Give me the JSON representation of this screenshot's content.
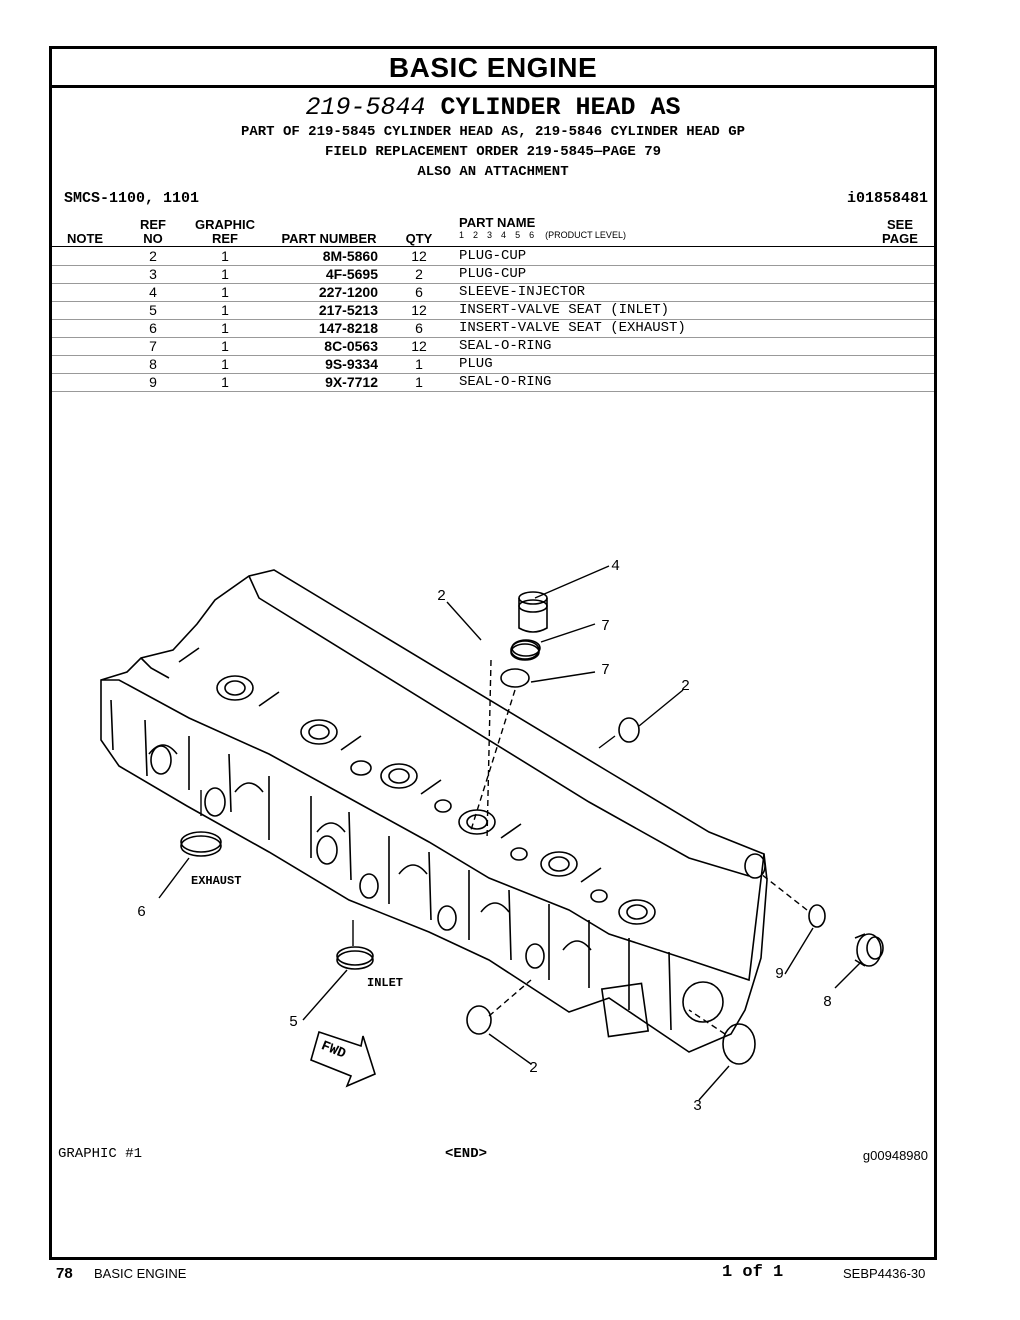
{
  "header": {
    "section": "BASIC ENGINE",
    "part_number": "219-5844",
    "part_name": "CYLINDER HEAD AS",
    "line1": "PART OF 219-5845 CYLINDER HEAD AS, 219-5846 CYLINDER HEAD GP",
    "line2": "FIELD REPLACEMENT ORDER 219-5845—PAGE 79",
    "line3": "ALSO AN ATTACHMENT",
    "smcs": "SMCS-1100, 1101",
    "illustration_id": "i01858481"
  },
  "columns": {
    "note": "NOTE",
    "ref_top": "REF",
    "ref_bottom": "NO",
    "graphic_top": "GRAPHIC",
    "graphic_bottom": "REF",
    "part_number": "PART NUMBER",
    "qty": "QTY",
    "part_name": "PART NAME",
    "levels": [
      "1",
      "2",
      "3",
      "4",
      "5",
      "6"
    ],
    "product_level": "(PRODUCT LEVEL)",
    "see_top": "SEE",
    "see_bottom": "PAGE"
  },
  "parts": [
    {
      "ref": "2",
      "graphic": "1",
      "part_number": "8M-5860",
      "qty": "12",
      "name": "PLUG-CUP"
    },
    {
      "ref": "3",
      "graphic": "1",
      "part_number": "4F-5695",
      "qty": "2",
      "name": "PLUG-CUP"
    },
    {
      "ref": "4",
      "graphic": "1",
      "part_number": "227-1200",
      "qty": "6",
      "name": "SLEEVE-INJECTOR"
    },
    {
      "ref": "5",
      "graphic": "1",
      "part_number": "217-5213",
      "qty": "12",
      "name": "INSERT-VALVE SEAT (INLET)"
    },
    {
      "ref": "6",
      "graphic": "1",
      "part_number": "147-8218",
      "qty": "6",
      "name": "INSERT-VALVE SEAT (EXHAUST)"
    },
    {
      "ref": "7",
      "graphic": "1",
      "part_number": "8C-0563",
      "qty": "12",
      "name": "SEAL-O-RING"
    },
    {
      "ref": "8",
      "graphic": "1",
      "part_number": "9S-9334",
      "qty": "1",
      "name": "PLUG"
    },
    {
      "ref": "9",
      "graphic": "1",
      "part_number": "9X-7712",
      "qty": "1",
      "name": "SEAL-O-RING"
    }
  ],
  "drawing": {
    "callouts": [
      "4",
      "2",
      "7",
      "7",
      "2",
      "6",
      "5",
      "9",
      "8",
      "2",
      "3"
    ],
    "label_exhaust": "EXHAUST",
    "label_inlet": "INLET",
    "label_fwd": "FWD"
  },
  "graphic_footer": {
    "graphic": "GRAPHIC #1",
    "end": "<END>",
    "graphic_id": "g00948980"
  },
  "footer": {
    "page": "78",
    "section": "BASIC ENGINE",
    "pages": "1 of 1",
    "doc": "SEBP4436-30"
  }
}
